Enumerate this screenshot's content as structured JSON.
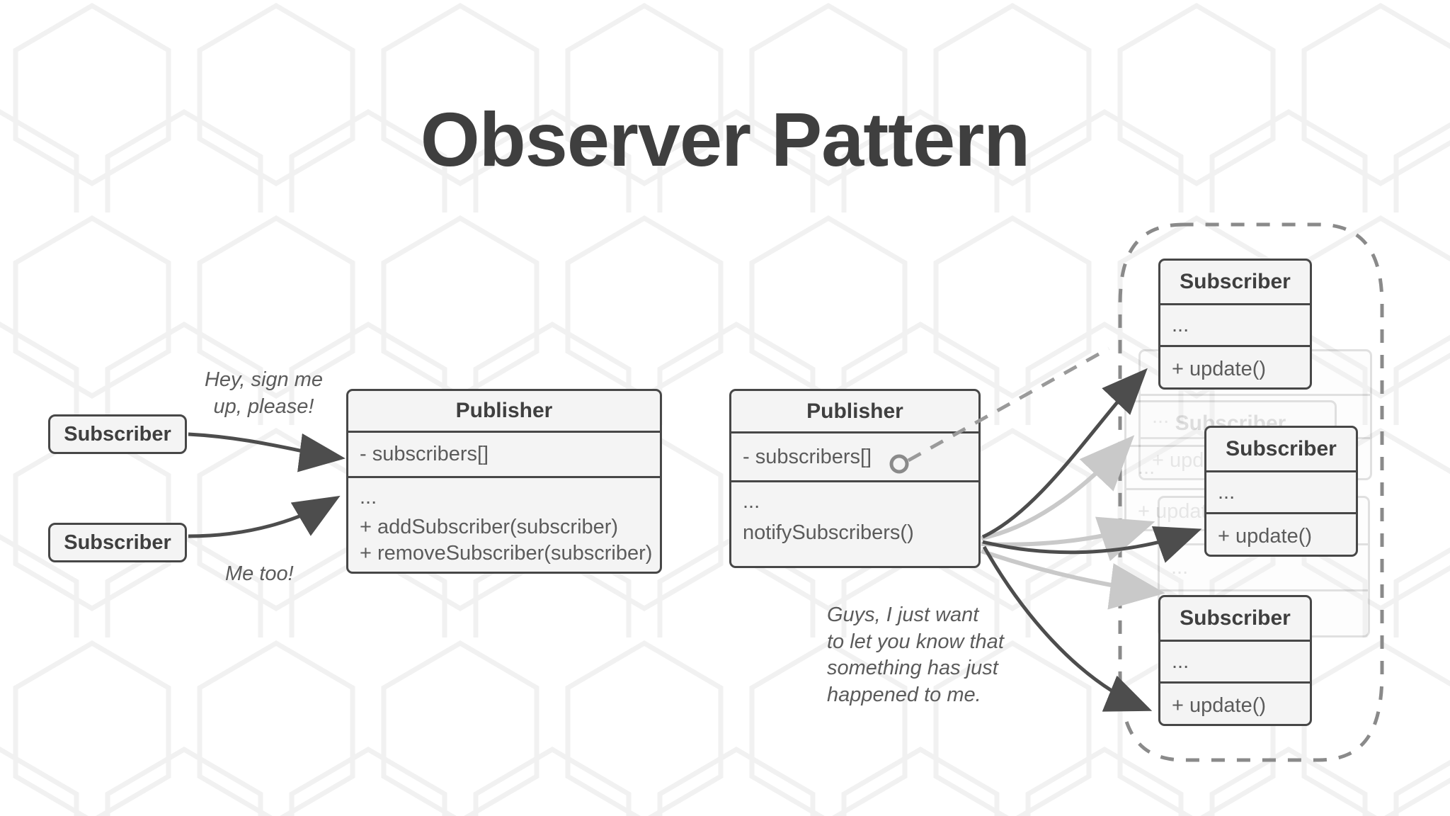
{
  "title": "Observer Pattern",
  "colors": {
    "title": "#3f3f3f",
    "box_border": "#474747",
    "box_fill": "#f4f4f4",
    "text": "#5b5b5b",
    "arrow_solid": "#4d4d4d",
    "arrow_ghost": "#c9c9c9",
    "dashed_group": "#8a8a8a",
    "background": "#ffffff",
    "hex_pattern": "#f3f3f3"
  },
  "left_scene": {
    "subscriber_top": {
      "label": "Subscriber"
    },
    "subscriber_bottom": {
      "label": "Subscriber"
    },
    "annotation_top": "Hey, sign me\nup, please!",
    "annotation_bottom": "Me too!",
    "publisher": {
      "name": "Publisher",
      "attributes": [
        "- subscribers[]"
      ],
      "methods": [
        "...",
        "+ addSubscriber(subscriber)",
        "+ removeSubscriber(subscriber)"
      ]
    }
  },
  "right_scene": {
    "publisher": {
      "name": "Publisher",
      "attributes": [
        "- subscribers[]"
      ],
      "methods": [
        "...",
        "notifySubscribers()"
      ]
    },
    "annotation": "Guys, I just want\nto let you know that\nsomething has just\nhappened to me.",
    "subscribers": [
      {
        "name": "Subscriber",
        "attributes": [
          "..."
        ],
        "methods": [
          "+ update()"
        ]
      },
      {
        "name": "Subscriber",
        "attributes": [
          "..."
        ],
        "methods": [
          "+ update()"
        ]
      },
      {
        "name": "Subscriber",
        "attributes": [
          "..."
        ],
        "methods": [
          "+ update()"
        ]
      }
    ],
    "ghost_subscribers": [
      {
        "name": "Subscriber",
        "attributes": [
          "..."
        ],
        "methods": [
          "+ update()"
        ]
      },
      {
        "name": "Subscriber",
        "attributes": [
          "..."
        ],
        "methods": [
          "+ update()"
        ]
      },
      {
        "name": "Subscriber",
        "attributes": [
          "..."
        ],
        "methods": [
          "+ update()"
        ]
      }
    ]
  }
}
